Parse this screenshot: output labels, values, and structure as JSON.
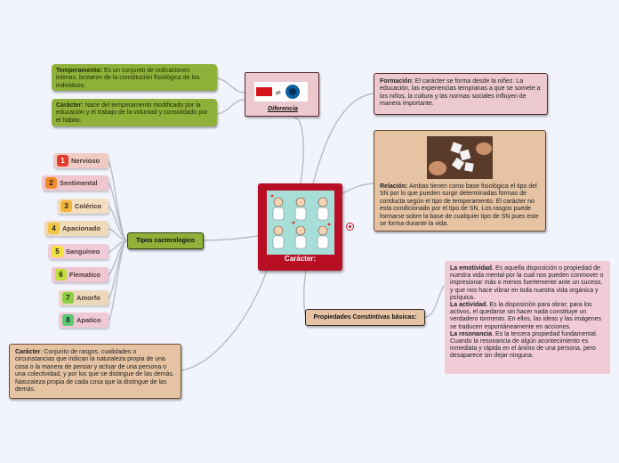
{
  "central": {
    "title": "Carácter:"
  },
  "diferencia": {
    "label": "Diferencia"
  },
  "temperamento": {
    "term": "Temperamento:",
    "text": " Es un conjunto de indicaciones intimas, brotaron de la constitución fisiológica de los individuos."
  },
  "caracter_def": {
    "term": "Carácter:",
    "text": " Nace del temperamento modificado por la educación y el trabajo de la voluntad y consolidado por el habito."
  },
  "formacion": {
    "term": "Formación",
    "text": ": El carácter se forma desde la niñez. La educación, las experiencias tempranas a que se somete a los niños, la cultura y las normas sociales influyen de manera importante."
  },
  "relacion": {
    "term": "Relación:",
    "text": " Ambas tienen como base fisiológica el tipo del SN por lo que pueden surgir determinadas formas de conducta según el tipo de temperamento. El carácter no esta condicionado por el tipo de SN. Los rasgos puede formarse sobre la base de cualquier tipo de SN pues este se forma durante la vida."
  },
  "tipos": {
    "label": "Tipos cacterologico"
  },
  "types": [
    {
      "num": "1",
      "label": "Nervioso"
    },
    {
      "num": "2",
      "label": "Sentimental"
    },
    {
      "num": "3",
      "label": "Colérico"
    },
    {
      "num": "4",
      "label": "Apacionado"
    },
    {
      "num": "5",
      "label": "Sanguineo"
    },
    {
      "num": "6",
      "label": "Flematico"
    },
    {
      "num": "7",
      "label": "Amorfo"
    },
    {
      "num": "8",
      "label": "Apatico"
    }
  ],
  "propiedades": {
    "label": "Propiedades Constintivas básicas:"
  },
  "propiedades_detail": {
    "emotividad_term": "La emotividad.",
    "emotividad_text": " Es aquella disposición o propiedad de nuestra vida mental por la cual nos pueden conmover o impresionar más o menos fuertemente ante un suceso, y que nos hace vibrar en toda nuestra vida orgánica y psíquica.",
    "actividad_term": "La actividad.",
    "actividad_text": " Es la disposición para obrar; para los activos, el quedarse sin hacer nada constituye un verdadero tormento. En ellos, las ideas y las imágenes se traducen espontáneamente en acciones.",
    "resonancia_term": "La resonancia",
    "resonancia_text": ". Es la tercera propiedad fundamental. Cuando la resonancia de algún acontecimiento es inmediata y rápida en el ánimo de una persona, pero desaparece sin dejar ninguna."
  },
  "caracter_box": {
    "term": "Carácter",
    "text": ": Conjunto de rasgos, cualidades o circunstancias que indican la naturaleza propia de una cosa o la manera de pensar y actuar de una persona o una colectividad, y por los que se distingue de las demás. Naturaleza propia de cada cosa que la distingue de las demás."
  },
  "colors": {
    "central": "#b80f25",
    "green": "#8fb13a",
    "pink": "#ecc8cf",
    "tan": "#e6c3a3",
    "link": "#b9bcc4"
  }
}
